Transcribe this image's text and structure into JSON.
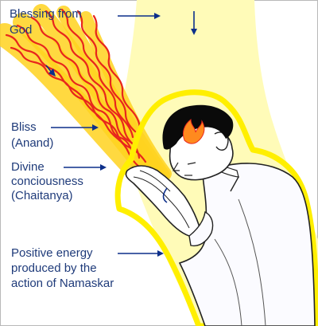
{
  "labels": {
    "blessing_line1": "Blessing from",
    "blessing_line2": "God",
    "bliss_line1": "Bliss",
    "bliss_line2": "(Anand)",
    "divine_line1": "Divine",
    "divine_line2": "conciousness",
    "divine_line3": "(Chaitanya)",
    "positive_line1": "Positive energy",
    "positive_line2": "produced by the",
    "positive_line3": "action of Namaskar"
  },
  "colors": {
    "background": "#ffffff",
    "light_beam": "#fffbb8",
    "aura_outline": "#ffef00",
    "rays": "#e8261c",
    "ray_glow": "#ffd21f",
    "label_text": "#1f3b7a",
    "arrow": "#0c2f8a",
    "hair": "#0a0a0a",
    "skin": "#ffffff",
    "clothing": "#fbfbff",
    "border": "#b8b8b8"
  },
  "icons": {
    "figure": "praying-man-icon",
    "arrows": "arrow-icon",
    "rays": "energy-rays-icon"
  }
}
